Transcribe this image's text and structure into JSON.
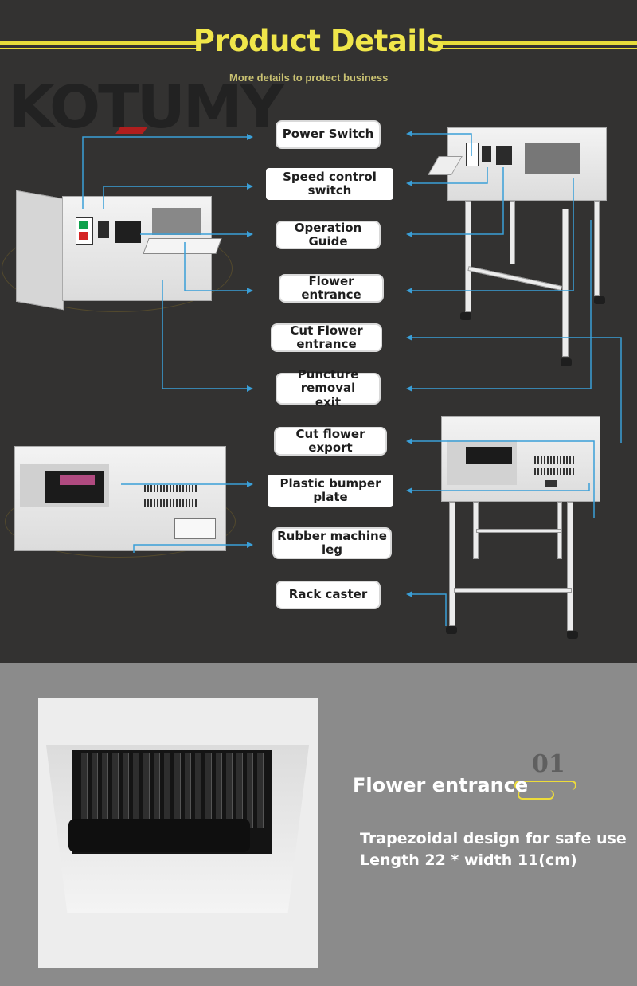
{
  "header": {
    "title": "Product Details",
    "subtitle": "More details to protect business",
    "brand": "KOTUMY",
    "accent_color": "#f0e64a"
  },
  "labels": [
    "Power Switch",
    "Speed control switch",
    "Operation Guide",
    "Flower entrance",
    "Cut Flower entrance",
    "Puncture removal exit",
    "Cut flower export",
    "Plastic bumper plate",
    "Rubber machine leg",
    "Rack caster"
  ],
  "line_color": "#3a9fd8",
  "feature": {
    "number": "01",
    "title": "Flower entrance",
    "line1": "Trapezoidal design for safe use",
    "line2": "Length 22 * width 11(cm)"
  }
}
